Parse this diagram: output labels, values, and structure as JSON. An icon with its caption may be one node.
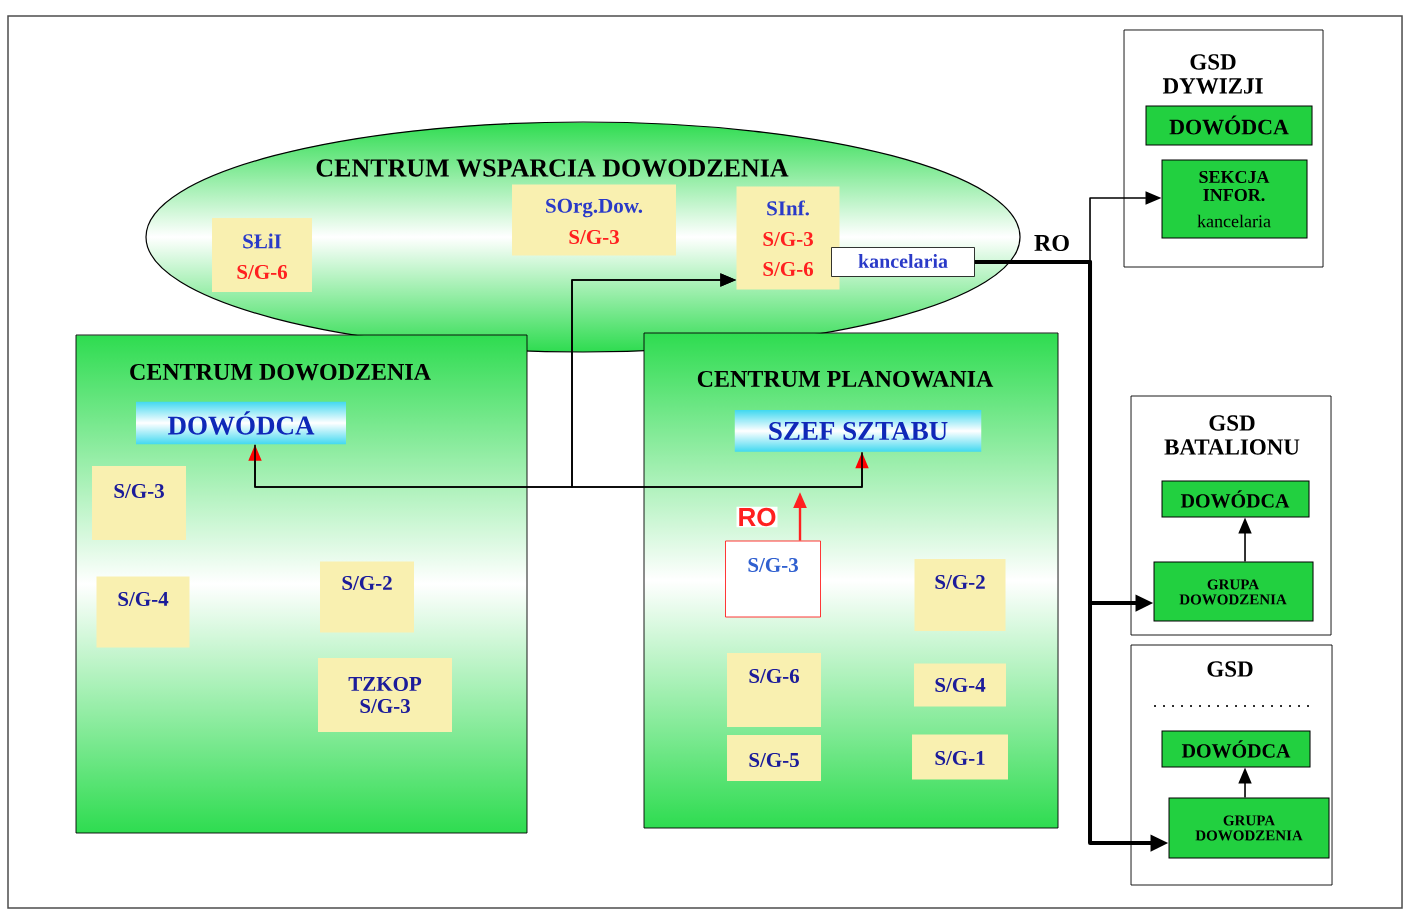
{
  "diagram": {
    "nodes": [
      {
        "text": [
          "CENTRUM WSPARCIA DOWODZENIA"
        ]
      },
      {
        "text": [
          "SŁiI",
          "S/G-6"
        ],
        "in": 0
      },
      {
        "text": [
          "SOrg.Dow.",
          "S/G-3"
        ],
        "in": 0
      },
      {
        "text": [
          "SInf.",
          "S/G-3",
          "S/G-6"
        ],
        "in": 0
      },
      {
        "text": [
          "kancelaria"
        ],
        "in": 0
      },
      {
        "text": [
          "CENTRUM DOWODZENIA"
        ]
      },
      {
        "text": [
          "DOWÓDCA"
        ],
        "in": 5
      },
      {
        "text": [
          "S/G-3"
        ],
        "in": 5
      },
      {
        "text": [
          "S/G-4"
        ],
        "in": 5
      },
      {
        "text": [
          "S/G-2"
        ],
        "in": 5
      },
      {
        "text": [
          "TZKOP S/G-3"
        ],
        "in": 5
      },
      {
        "text": [
          "CENTRUM PLANOWANIA"
        ]
      },
      {
        "text": [
          "SZEF SZTABU"
        ],
        "in": 11
      },
      {
        "text": [
          "S/G-3"
        ],
        "in": 11
      },
      {
        "text": [
          "S/G-2"
        ],
        "in": 11
      },
      {
        "text": [
          "S/G-6"
        ],
        "in": 11
      },
      {
        "text": [
          "S/G-4"
        ],
        "in": 11
      },
      {
        "text": [
          "S/G-5"
        ],
        "in": 11
      },
      {
        "text": [
          "S/G-1"
        ],
        "in": 11
      },
      {
        "text": [
          "GSD DYWIZJI"
        ]
      },
      {
        "text": [
          "DOWÓDCA"
        ],
        "in": 19
      },
      {
        "text": [
          "SEKCJA INFOR.",
          "kancelaria"
        ],
        "in": 19
      },
      {
        "text": [
          "GSD BATALIONU"
        ]
      },
      {
        "text": [
          "DOWÓDCA"
        ],
        "in": 22
      },
      {
        "text": [
          "GRUPA DOWODZENIA"
        ],
        "in": 22
      },
      {
        "text": [
          "GSD"
        ]
      },
      {
        "text": [
          "DOWÓDCA"
        ],
        "in": 25
      },
      {
        "text": [
          "GRUPA DOWODZENIA"
        ],
        "in": 25
      }
    ],
    "edges": [
      {
        "from": 6,
        "to": 12,
        "arrow": "both"
      },
      {
        "from": 6,
        "to": 3,
        "arrow": "to"
      },
      {
        "from": 12,
        "to": 3,
        "arrow": "to"
      },
      {
        "from": 13,
        "to": null,
        "arrow": "to",
        "label": "RO",
        "color": "#ff2020"
      },
      {
        "from": 4,
        "to": 21,
        "arrow": "to",
        "label": "RO"
      },
      {
        "from": 4,
        "to": 24,
        "arrow": "to",
        "style": "thick"
      },
      {
        "from": 4,
        "to": 27,
        "arrow": "to",
        "style": "thick"
      },
      {
        "from": 24,
        "to": 23,
        "arrow": "to"
      },
      {
        "from": 27,
        "to": 26,
        "arrow": "to"
      }
    ]
  }
}
